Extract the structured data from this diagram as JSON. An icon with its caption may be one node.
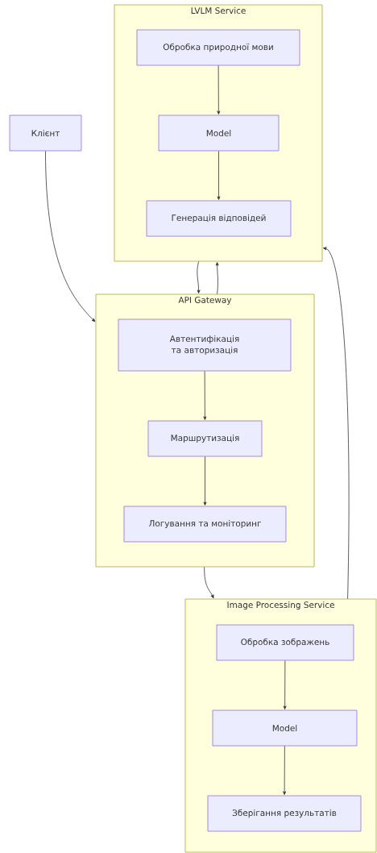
{
  "diagram": {
    "nodes": [
      {
        "text": [
          "LVLM Service"
        ]
      },
      {
        "text": [
          "Обробка природної мови"
        ],
        "in": 0
      },
      {
        "text": [
          "Model"
        ],
        "in": 0
      },
      {
        "text": [
          "Генерація відповідей"
        ],
        "in": 0
      },
      {
        "text": [
          "Клієнт"
        ]
      },
      {
        "text": [
          "API Gateway"
        ]
      },
      {
        "text": [
          "Автентифікація та авторизація"
        ],
        "in": 5
      },
      {
        "text": [
          "Маршрутизація"
        ],
        "in": 5
      },
      {
        "text": [
          "Логування та моніторинг"
        ],
        "in": 5
      },
      {
        "text": [
          "Image Processing Service"
        ]
      },
      {
        "text": [
          "Обробка зображень"
        ],
        "in": 9
      },
      {
        "text": [
          "Model"
        ],
        "in": 9
      },
      {
        "text": [
          "Зберігання результатів"
        ],
        "in": 9
      }
    ],
    "edges": [
      {
        "from": 1,
        "to": 2,
        "arrow": "to"
      },
      {
        "from": 2,
        "to": 3,
        "arrow": "to"
      },
      {
        "from": 4,
        "to": 5,
        "arrow": "to"
      },
      {
        "from": 0,
        "to": 5,
        "arrow": "to"
      },
      {
        "from": 5,
        "to": 0,
        "arrow": "to"
      },
      {
        "from": 6,
        "to": 7,
        "arrow": "to"
      },
      {
        "from": 7,
        "to": 8,
        "arrow": "to"
      },
      {
        "from": 5,
        "to": 9,
        "arrow": "to"
      },
      {
        "from": 9,
        "to": 0,
        "arrow": "to"
      },
      {
        "from": 10,
        "to": 11,
        "arrow": "to"
      },
      {
        "from": 11,
        "to": 12,
        "arrow": "to"
      }
    ]
  }
}
